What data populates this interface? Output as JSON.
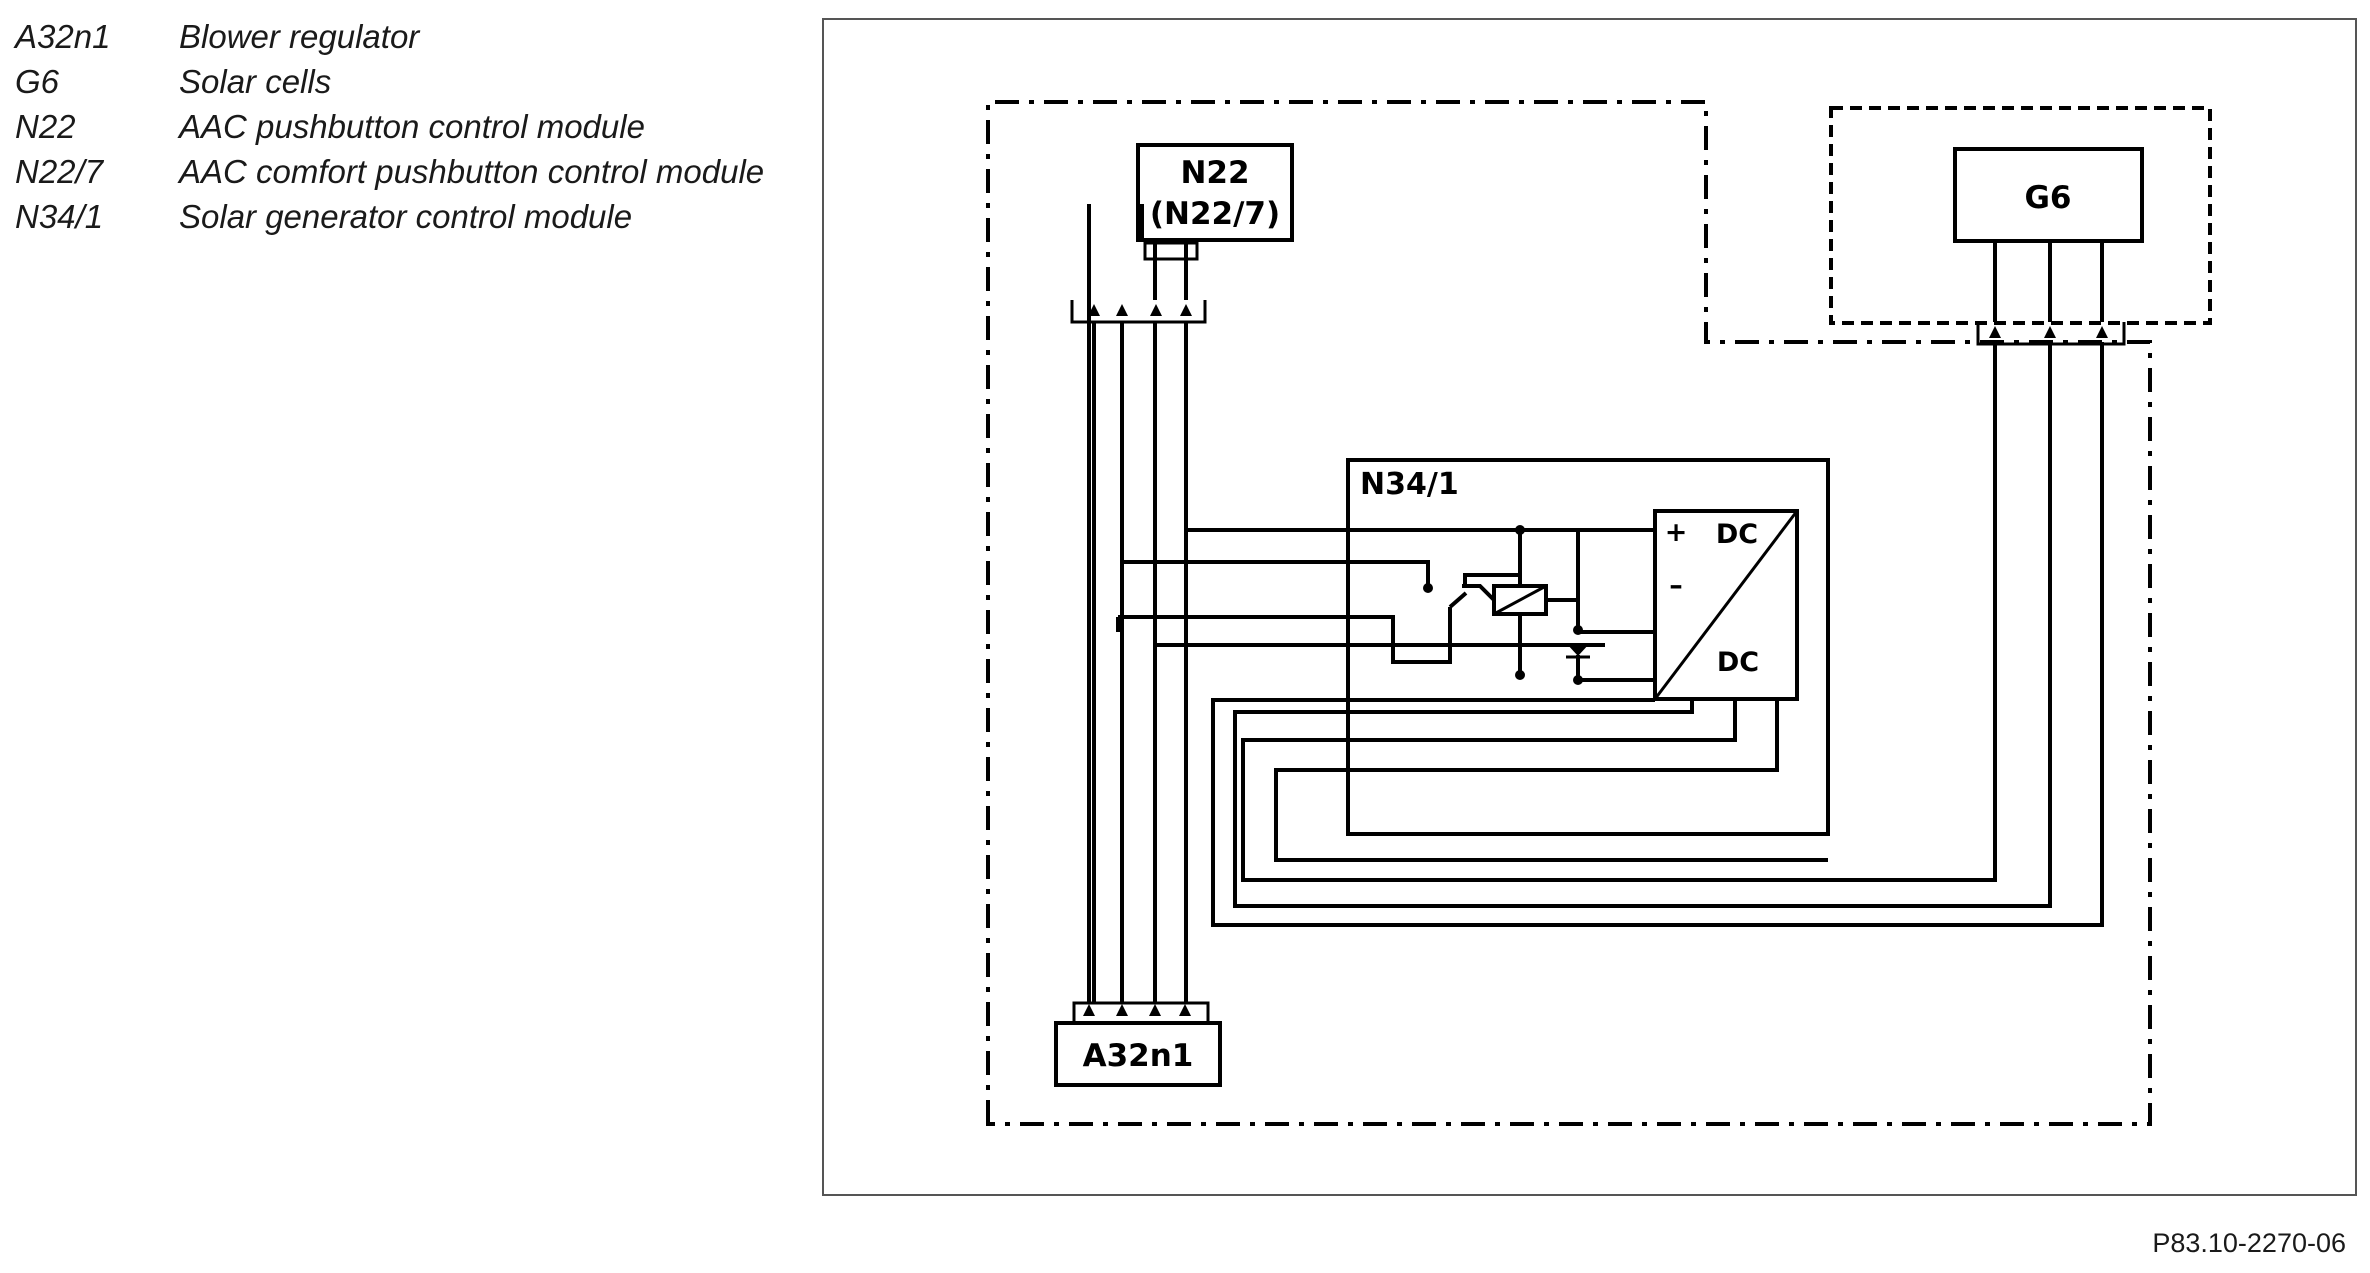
{
  "legend": [
    {
      "code": "A32n1",
      "description": "Blower regulator"
    },
    {
      "code": "G6",
      "description": "Solar cells"
    },
    {
      "code": "N22",
      "description": "AAC pushbutton control module"
    },
    {
      "code": "N22/7",
      "description": "AAC comfort pushbutton control module"
    },
    {
      "code": "N34/1",
      "description": "Solar generator control module"
    }
  ],
  "diagram": {
    "n22_label": "N22",
    "n22_7_label": "(N22/7)",
    "g6_label": "G6",
    "n34_1_label": "N34/1",
    "a32n1_label": "A32n1",
    "converter_top_label": "DC",
    "converter_bottom_label": "DC",
    "plus_sign": "+",
    "minus_sign": "–"
  },
  "figure_ref": "P83.10-2270-06"
}
